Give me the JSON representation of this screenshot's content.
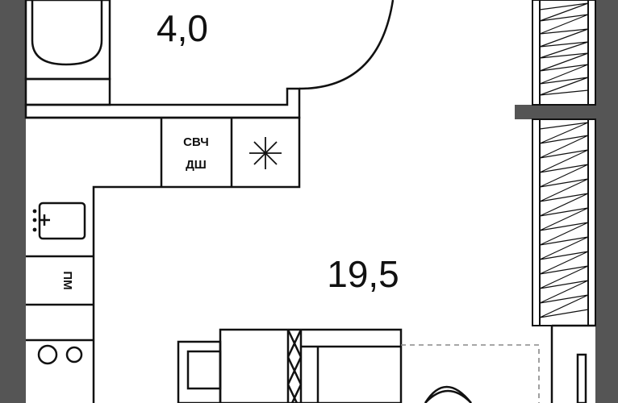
{
  "colors": {
    "wall": "#555555",
    "line": "#111111",
    "background": "#ffffff",
    "dashed": "#888888"
  },
  "rooms": {
    "bathroom_area": "4,0",
    "living_area": "19,5"
  },
  "fixtures": {
    "microwave_label": "СВЧ",
    "dishwasher_label": "ДШ",
    "washer_label": "ПМ"
  },
  "icons": [
    "bathtub-icon",
    "sink-icon",
    "cooktop-icon",
    "fridge-freezer-icon",
    "armchair-icon",
    "bed-icon",
    "wardrobe-icon",
    "lamp-icon"
  ]
}
